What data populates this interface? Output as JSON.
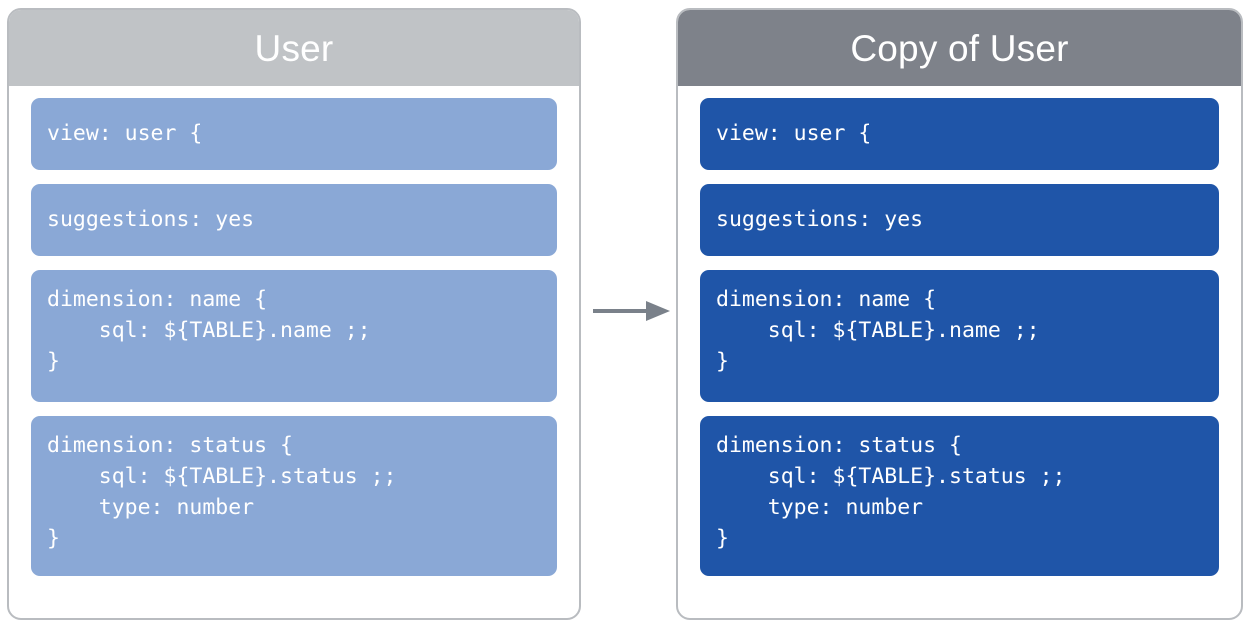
{
  "diagram": {
    "type": "flow",
    "description": "Two LookML view panels side by side connected by a right-pointing arrow, showing a view being duplicated",
    "connector": {
      "icon": "arrow-right-icon",
      "direction": "left-to-right",
      "color": "#7a818a"
    },
    "colors": {
      "source_header": "#c0c3c6",
      "copy_header": "#7e828a",
      "source_block": "#8aa8d6",
      "copy_block": "#1f55a8",
      "panel_border": "#b9bcc0",
      "code_text": "#ffffff",
      "background": "#ffffff"
    }
  },
  "panels": [
    {
      "id": "source",
      "title": "User",
      "blocks": [
        {
          "id": "view-declaration",
          "lines": 1,
          "code": "view: user {"
        },
        {
          "id": "suggestions-param",
          "lines": 1,
          "code": "suggestions: yes"
        },
        {
          "id": "dimension-name",
          "lines": 3,
          "code": "dimension: name {\n    sql: ${TABLE}.name ;;\n}"
        },
        {
          "id": "dimension-status",
          "lines": 4,
          "code": "dimension: status {\n    sql: ${TABLE}.status ;;\n    type: number\n}"
        }
      ]
    },
    {
      "id": "copy",
      "title": "Copy of User",
      "blocks": [
        {
          "id": "view-declaration",
          "lines": 1,
          "code": "view: user {"
        },
        {
          "id": "suggestions-param",
          "lines": 1,
          "code": "suggestions: yes"
        },
        {
          "id": "dimension-name",
          "lines": 3,
          "code": "dimension: name {\n    sql: ${TABLE}.name ;;\n}"
        },
        {
          "id": "dimension-status",
          "lines": 4,
          "code": "dimension: status {\n    sql: ${TABLE}.status ;;\n    type: number\n}"
        }
      ]
    }
  ]
}
